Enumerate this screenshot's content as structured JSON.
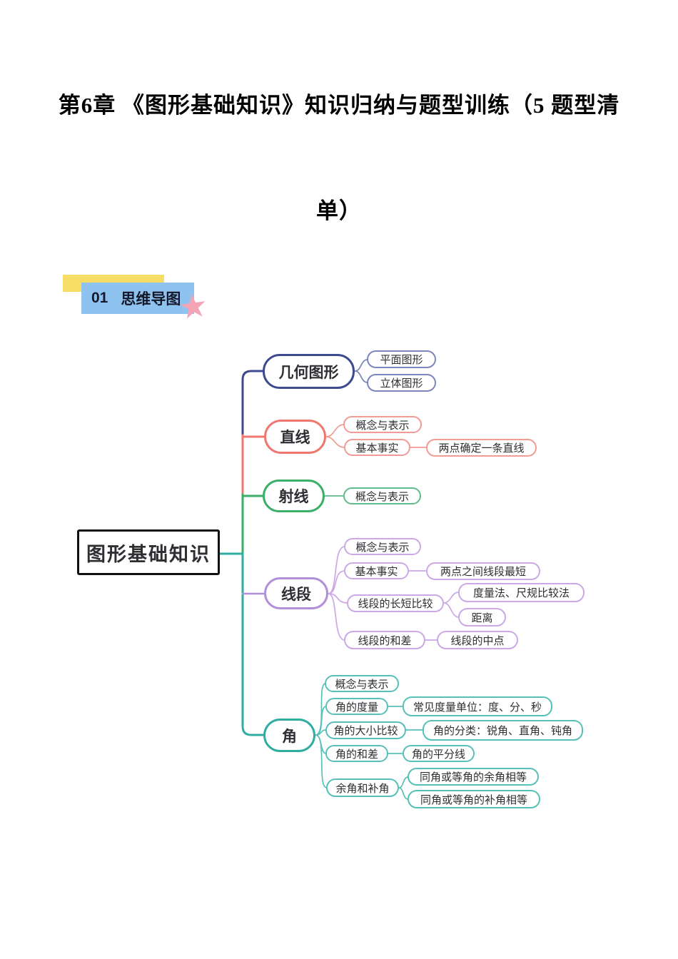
{
  "title": {
    "line1": "第6章 《图形基础知识》知识归纳与题型训练（5 题型清",
    "line2": "单）"
  },
  "section": {
    "number": "01",
    "label": "思维导图",
    "star_icon": "★"
  },
  "mindmap": {
    "root": {
      "label": "图形基础知识"
    },
    "branches": [
      {
        "label": "几何图形",
        "color": "#3E4A8F",
        "children": [
          {
            "label": "平面图形"
          },
          {
            "label": "立体图形"
          }
        ]
      },
      {
        "label": "直线",
        "color": "#F0776F",
        "children": [
          {
            "label": "概念与表示"
          },
          {
            "label": "基本事实",
            "children": [
              {
                "label": "两点确定一条直线"
              }
            ]
          }
        ]
      },
      {
        "label": "射线",
        "color": "#3BAE68",
        "children": [
          {
            "label": "概念与表示"
          }
        ]
      },
      {
        "label": "线段",
        "color": "#B18FD9",
        "children": [
          {
            "label": "概念与表示"
          },
          {
            "label": "基本事实",
            "children": [
              {
                "label": "两点之间线段最短"
              }
            ]
          },
          {
            "label": "线段的长短比较",
            "children": [
              {
                "label": "度量法、尺规比较法"
              },
              {
                "label": "距离"
              }
            ]
          },
          {
            "label": "线段的和差",
            "children": [
              {
                "label": "线段的中点"
              }
            ]
          }
        ]
      },
      {
        "label": "角",
        "color": "#2FADA1",
        "children": [
          {
            "label": "概念与表示"
          },
          {
            "label": "角的度量",
            "children": [
              {
                "label": "常见度量单位：度、分、秒"
              }
            ]
          },
          {
            "label": "角的大小比较",
            "children": [
              {
                "label": "角的分类：锐角、直角、钝角"
              }
            ]
          },
          {
            "label": "角的和差",
            "children": [
              {
                "label": "角的平分线"
              }
            ]
          },
          {
            "label": "余角和补角",
            "children": [
              {
                "label": "同角或等角的余角相等"
              },
              {
                "label": "同角或等角的补角相等"
              }
            ]
          }
        ]
      }
    ]
  },
  "colors": {
    "navy": "#3E4A8F",
    "navy_light": "#7C86BE",
    "red": "#F0776F",
    "red_light": "#F29B95",
    "green": "#3BAE68",
    "green_light": "#5FBD8C",
    "purple": "#B18FD9",
    "purple_light": "#CCA8E6",
    "teal": "#2FADA1",
    "teal_light": "#58C0B8",
    "badge_blue": "#8FC3EF",
    "badge_yellow": "#F5DD66",
    "star_pink": "#F5A4B6",
    "root_border": "#111111",
    "node_text": "#2e2e33"
  }
}
